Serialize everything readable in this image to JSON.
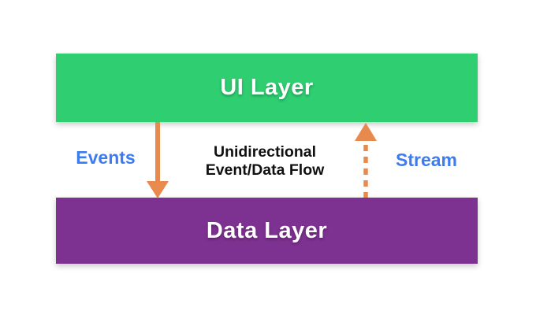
{
  "diagram": {
    "title": "Unidirectional Event/Data Flow",
    "boxes": {
      "ui_layer": {
        "label": "UI Layer"
      },
      "data_layer": {
        "label": "Data Layer"
      }
    },
    "labels": {
      "events": "Events",
      "stream": "Stream"
    },
    "caption": {
      "line1": "Unidirectional",
      "line2": "Event/Data Flow"
    },
    "arrows": [
      {
        "name": "events-arrow",
        "style": "solid",
        "direction": "down",
        "from": "UI Layer",
        "to": "Data Layer"
      },
      {
        "name": "stream-arrow",
        "style": "dashed",
        "direction": "up",
        "from": "Data Layer",
        "to": "UI Layer"
      }
    ]
  },
  "colors": {
    "ui_layer_green": "#2ECE71",
    "data_layer_purple": "#7D3190",
    "arrow_orange": "#E8894E",
    "label_blue": "#3D7BF0",
    "caption_black": "#111111",
    "background": "#FFFFFF"
  }
}
